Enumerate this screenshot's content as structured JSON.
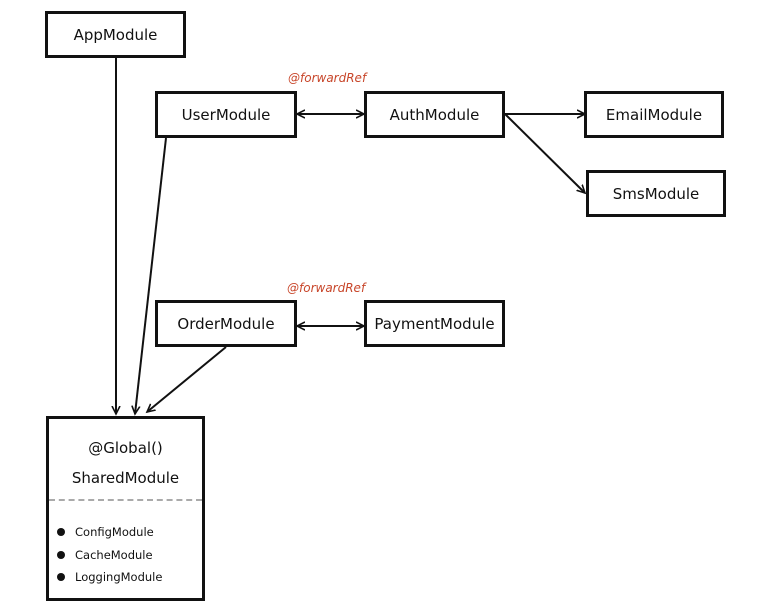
{
  "nodes": {
    "app": "AppModule",
    "user": "UserModule",
    "auth": "AuthModule",
    "email": "EmailModule",
    "sms": "SmsModule",
    "order": "OrderModule",
    "payment": "PaymentModule"
  },
  "shared": {
    "decorator": "@Global()",
    "name": "SharedModule",
    "items": [
      "ConfigModule",
      "CacheModule",
      "LoggingModule"
    ]
  },
  "annotations": {
    "user_auth": "@forwardRef",
    "order_payment": "@forwardRef"
  },
  "colors": {
    "annotation": "#c8462a",
    "stroke": "#111111",
    "divider": "#aaaaaa"
  }
}
